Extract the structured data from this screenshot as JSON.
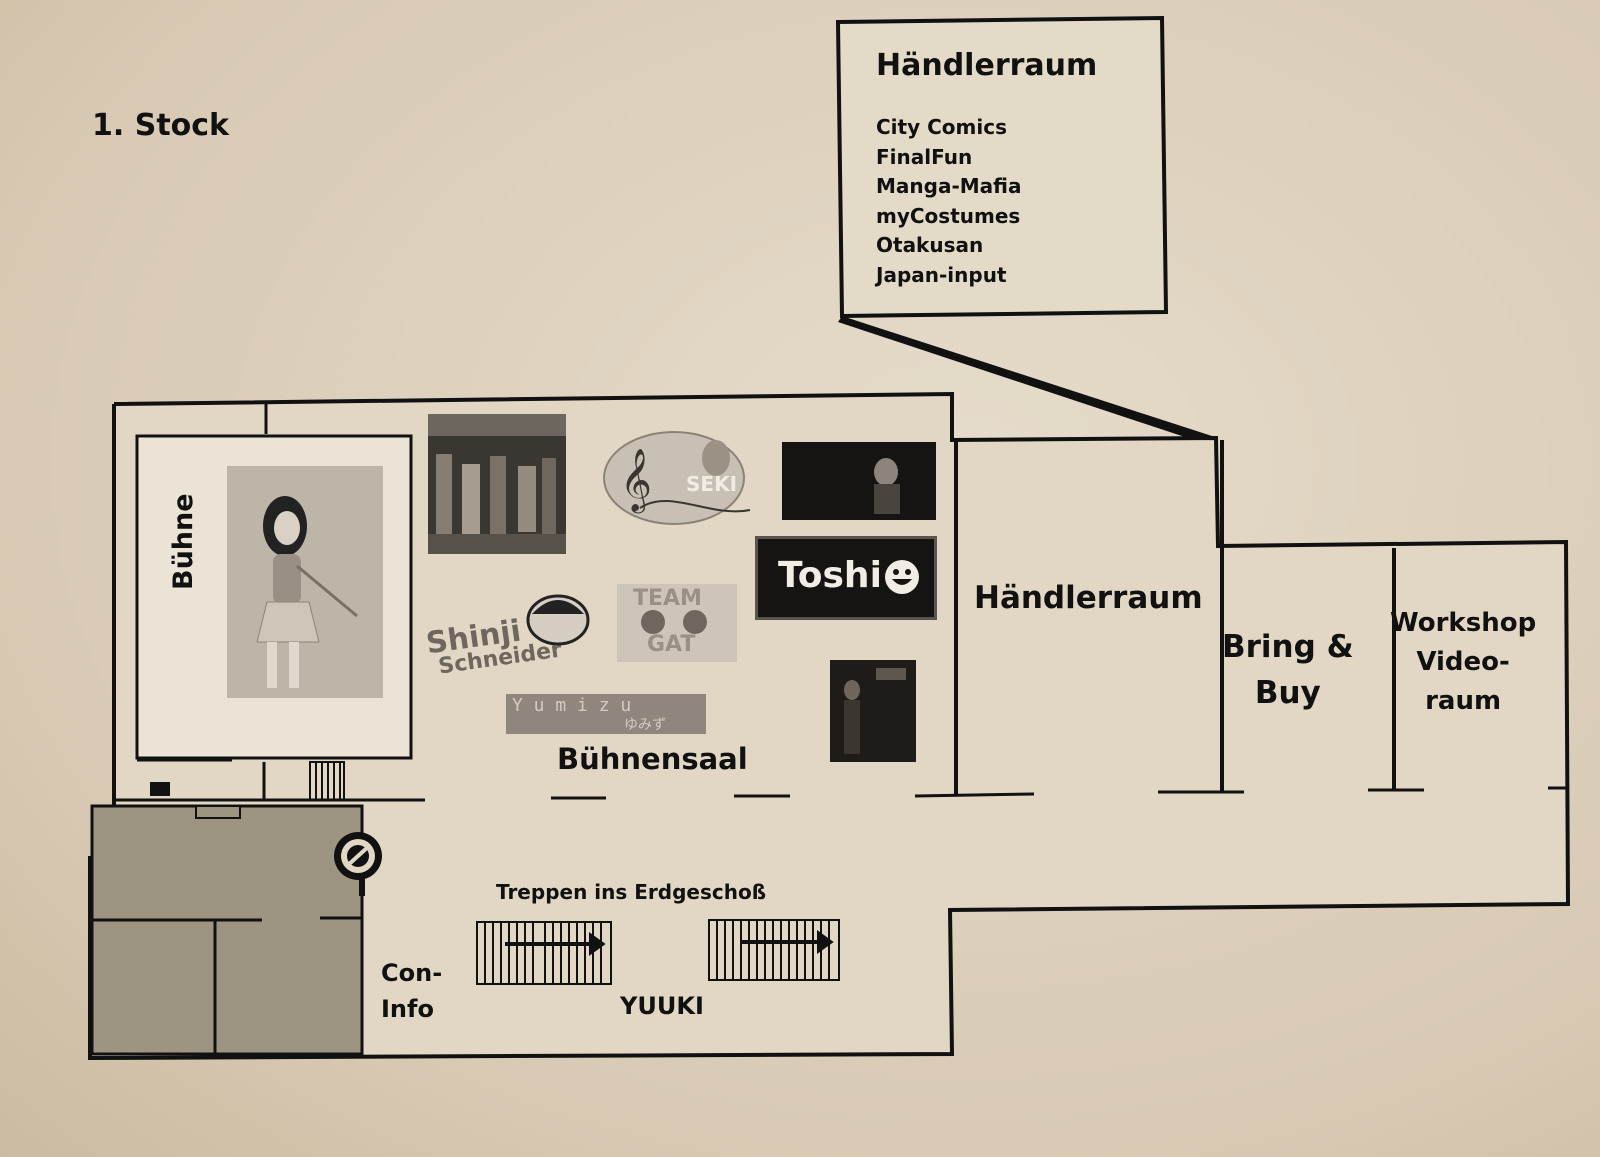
{
  "floor_title": "1. Stock",
  "callout": {
    "title": "Händlerraum",
    "vendors": [
      "City Comics",
      "FinalFun",
      "Manga-Mafia",
      "myCostumes",
      "Otakusan",
      "Japan-input"
    ]
  },
  "rooms": {
    "stage": "Bühne",
    "vendor_room": "Händlerraum",
    "bring_buy": "Bring &\nBuy",
    "workshop": "Workshop\nVideo-\nraum",
    "stage_hall": "Bühnensaal",
    "con_info": "Con-\nInfo"
  },
  "stairs_label": "Treppen ins Erdgeschoß",
  "artists": {
    "toshi": "Toshi",
    "shinji": "Shinji",
    "schneider": "Schneider",
    "yumizu": "Y u m i z u",
    "yumizu_kana": "ゆみず",
    "seki": "SEKI",
    "team": "TEAM",
    "gat": "GAT",
    "yuuki": "YUUKI"
  },
  "colors": {
    "ink": "#111111",
    "paper": "#e2d7c4",
    "shaded_area": "#9e9482"
  }
}
